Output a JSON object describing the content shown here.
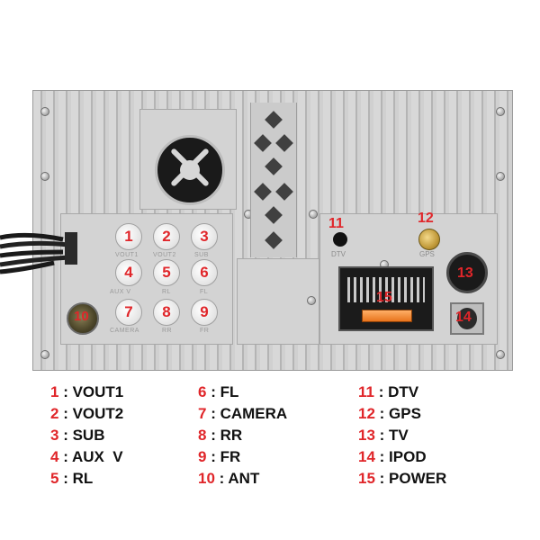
{
  "colors": {
    "label_red": "#e0262a",
    "chassis": "#c9c9c9",
    "text": "#111111"
  },
  "device": {
    "jacks": [
      {
        "num": "1",
        "caption": "VOUT1"
      },
      {
        "num": "2",
        "caption": "VOUT2"
      },
      {
        "num": "3",
        "caption": "SUB"
      },
      {
        "num": "4",
        "caption": "AUX V"
      },
      {
        "num": "5",
        "caption": "RL"
      },
      {
        "num": "6",
        "caption": "FL"
      },
      {
        "num": "7",
        "caption": "CAMERA"
      },
      {
        "num": "8",
        "caption": "RR"
      },
      {
        "num": "9",
        "caption": "FR"
      }
    ],
    "ant_num": "10",
    "dtv_num": "11",
    "dtv_label": "DTV",
    "gps_num": "12",
    "gps_label": "GPS",
    "tv_num": "13",
    "ipod_num": "14",
    "power_num": "15",
    "icons": [
      "fan-icon",
      "screw-icon",
      "rca-jack-icon",
      "antenna-port-icon",
      "gps-connector-icon",
      "power-connector-icon",
      "fuse-icon"
    ]
  },
  "legend": [
    {
      "num": "1",
      "name": "VOUT1"
    },
    {
      "num": "2",
      "name": "VOUT2"
    },
    {
      "num": "3",
      "name": "SUB"
    },
    {
      "num": "4",
      "name": "AUX  V"
    },
    {
      "num": "5",
      "name": "RL"
    },
    {
      "num": "6",
      "name": "FL"
    },
    {
      "num": "7",
      "name": "CAMERA"
    },
    {
      "num": "8",
      "name": "RR"
    },
    {
      "num": "9",
      "name": "FR"
    },
    {
      "num": "10",
      "name": "ANT"
    },
    {
      "num": "11",
      "name": "DTV"
    },
    {
      "num": "12",
      "name": "GPS"
    },
    {
      "num": "13",
      "name": "TV"
    },
    {
      "num": "14",
      "name": "IPOD"
    },
    {
      "num": "15",
      "name": "POWER"
    }
  ]
}
